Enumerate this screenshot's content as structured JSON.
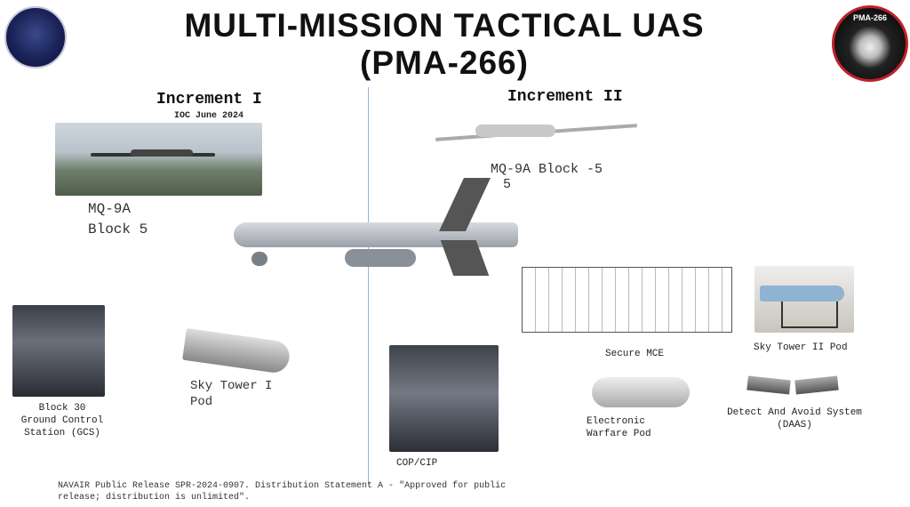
{
  "title": {
    "line1": "MULTI-MISSION TACTICAL UAS",
    "line2": "(PMA-266)"
  },
  "logos": {
    "left": "squadron-logo",
    "right": "PMA-266"
  },
  "increment1": {
    "heading": "Increment I",
    "ioc": "IOC June 2024",
    "aircraft_line1": "MQ-9A",
    "aircraft_line2": "Block 5"
  },
  "increment2": {
    "heading": "Increment II",
    "aircraft": "MQ-9A Block -5",
    "aircraft_overflow": "5"
  },
  "items": {
    "gcs": [
      "Block 30",
      "Ground Control",
      "Station (GCS)"
    ],
    "sky_tower_1": [
      "Sky Tower I",
      "Pod"
    ],
    "cop": "COP/CIP",
    "secure_mce": "Secure MCE",
    "sky_tower_2": "Sky Tower II Pod",
    "ew_pod": [
      "Electronic",
      "Warfare Pod"
    ],
    "daas": [
      "Detect And Avoid System",
      "(DAAS)"
    ]
  },
  "footer": [
    "NAVAIR Public Release SPR-2024-0907. Distribution Statement A - \"Approved for public",
    "release; distribution is unlimited\"."
  ]
}
